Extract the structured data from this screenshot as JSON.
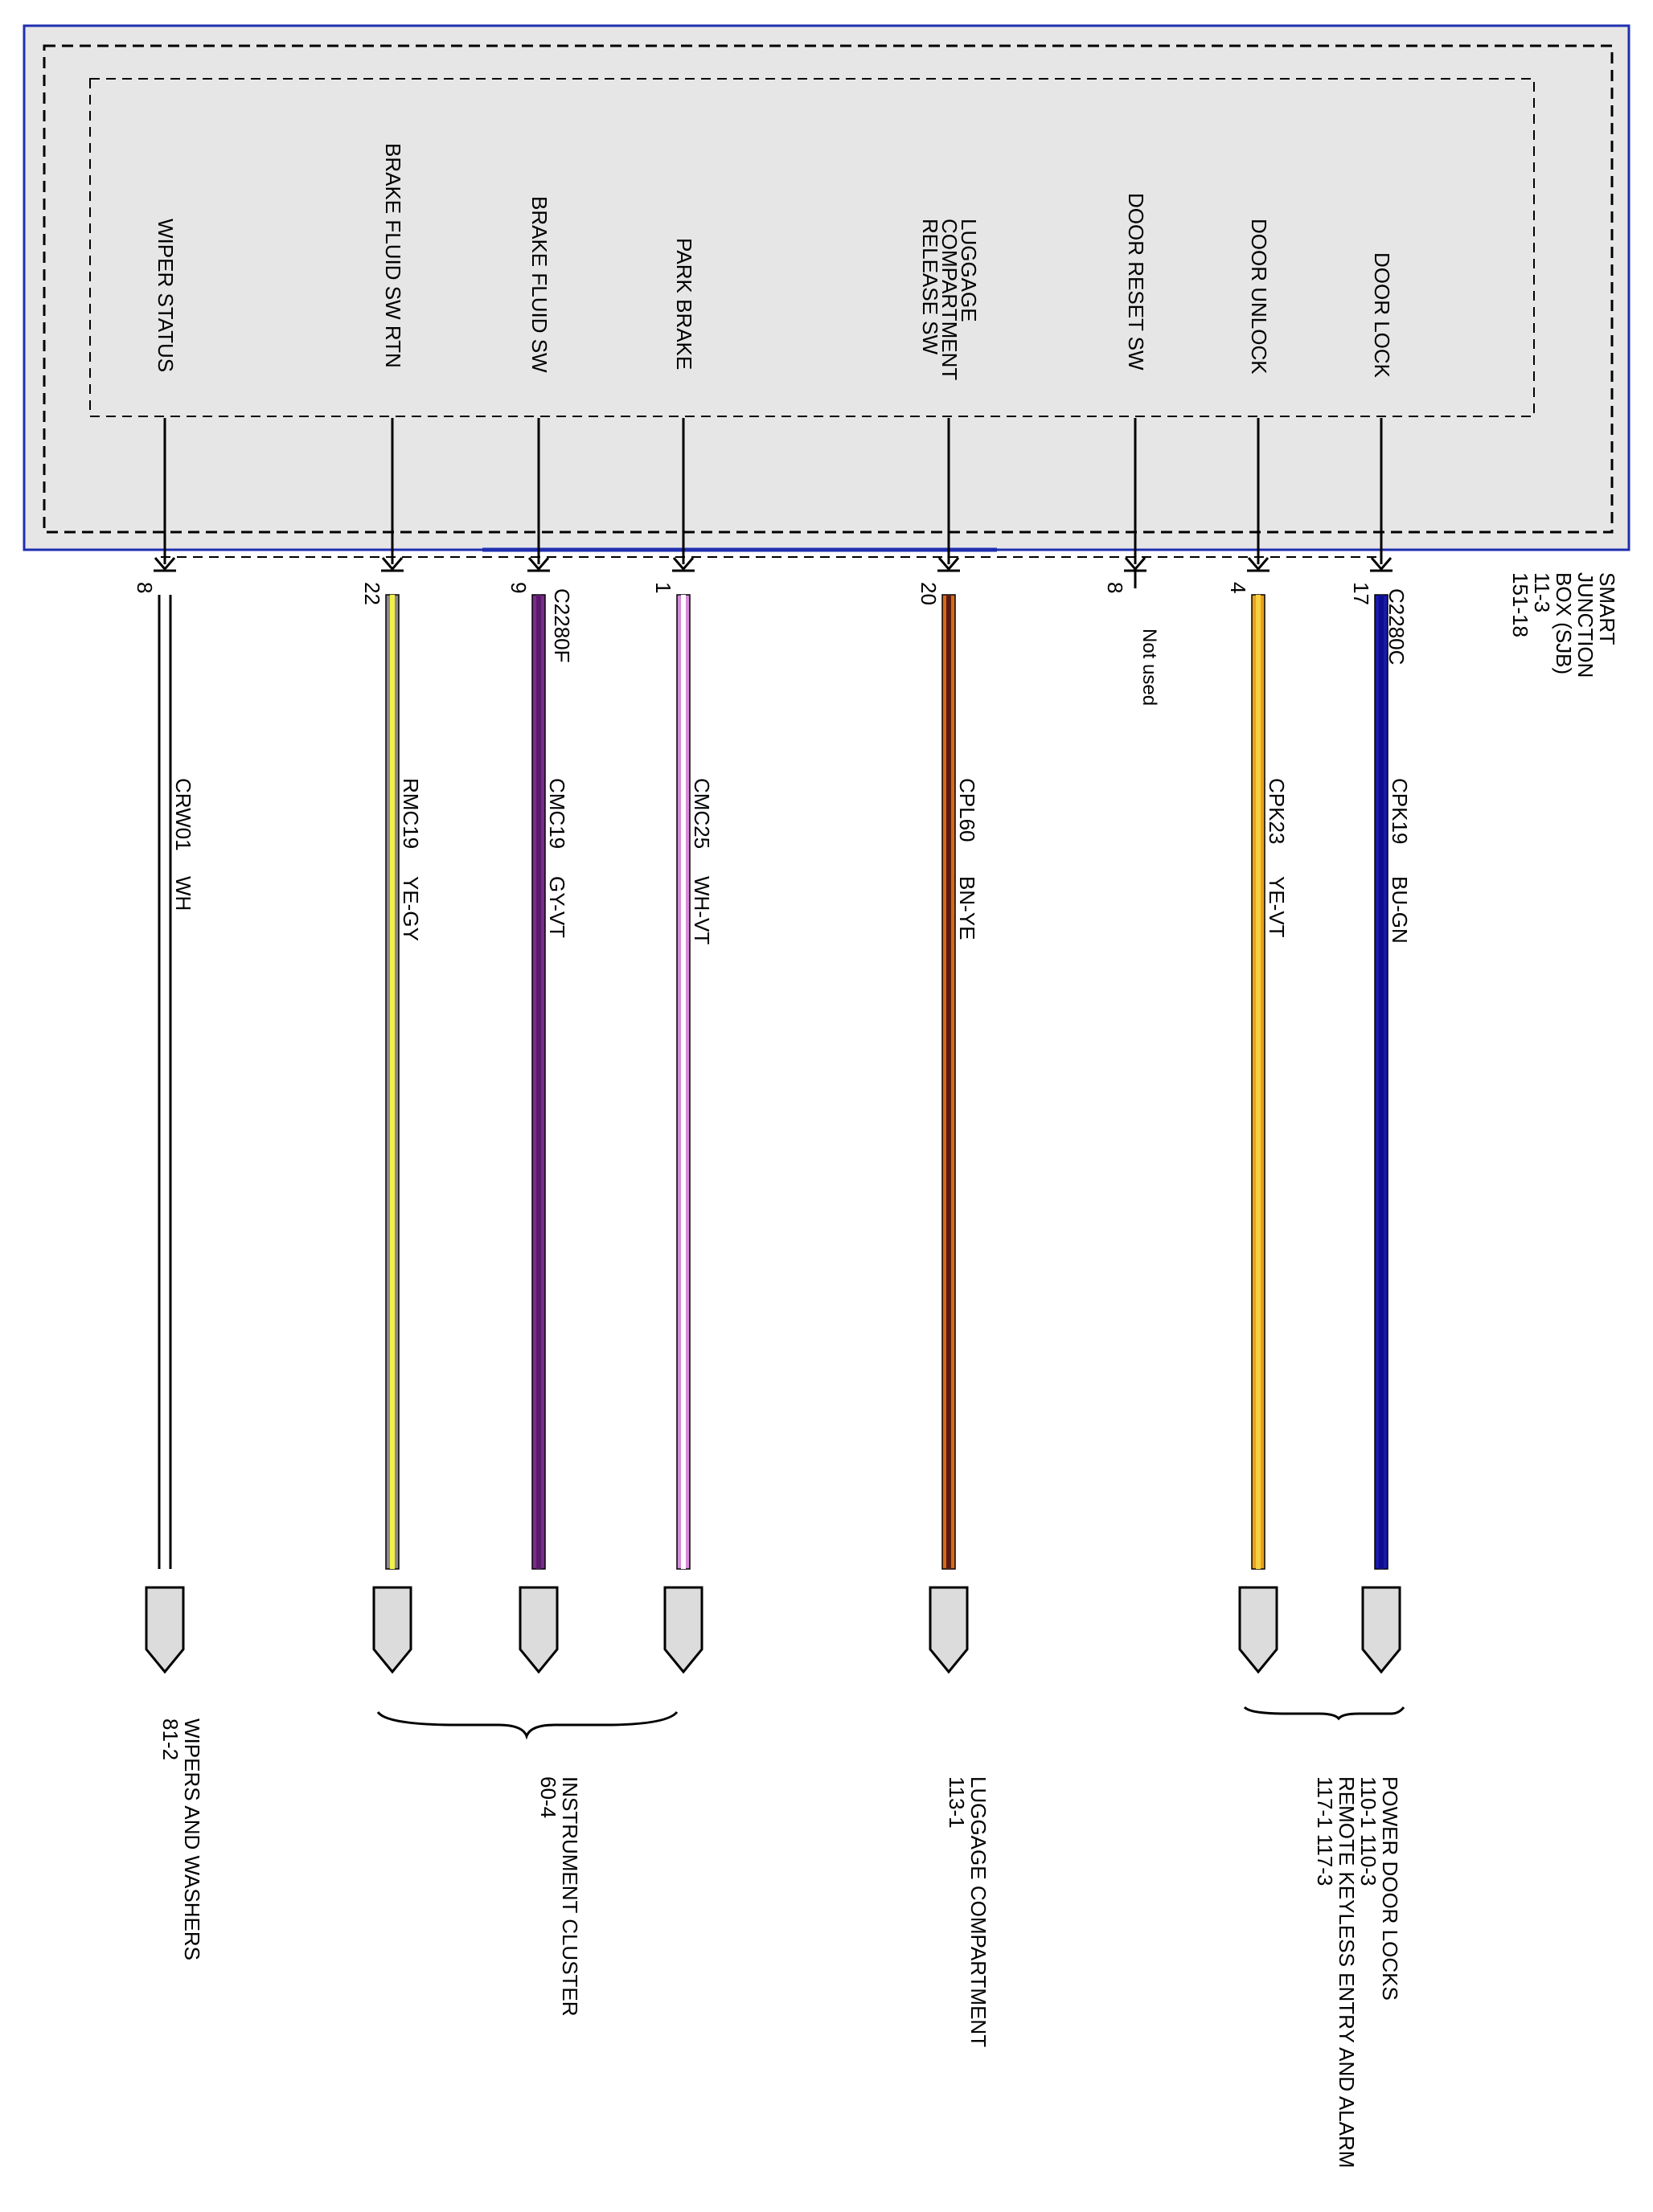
{
  "module": {
    "name_lines": [
      "SMART",
      "JUNCTION",
      "BOX (SJB)",
      "11-3",
      "151-18"
    ],
    "box_fill": "#e6e6e6",
    "box_border": "#1f2fb0"
  },
  "connectors": {
    "right": "C2280C",
    "left": "C2280F"
  },
  "circuits": [
    {
      "label": "WIPER STATUS",
      "pin": "8",
      "wire": "CRW01",
      "color_code": "WH",
      "colors": [
        "#ffffff",
        "#ffffff",
        "#ffffff"
      ],
      "note": ""
    },
    {
      "label": "BRAKE FLUID SW RTN",
      "pin": "22",
      "wire": "RMC19",
      "color_code": "YE-GY",
      "colors": [
        "#8a8a8a",
        "#f2f24a",
        "#8a8a8a"
      ],
      "note": ""
    },
    {
      "label": "BRAKE FLUID SW",
      "pin": "9",
      "wire": "CMC19",
      "color_code": "GY-VT",
      "colors": [
        "#7a2a8a",
        "#5a1a6a",
        "#7a2a8a"
      ],
      "note": ""
    },
    {
      "label": "PARK BRAKE",
      "pin": "1",
      "wire": "CMC25",
      "color_code": "WH-VT",
      "colors": [
        "#d88ad8",
        "#ffffff",
        "#d88ad8"
      ],
      "note": ""
    },
    {
      "label": "LUGGAGE COMPARTMENT RELEASE SW",
      "label_lines": [
        "LUGGAGE",
        "COMPARTMENT",
        "RELEASE SW"
      ],
      "pin": "20",
      "wire": "CPL60",
      "color_code": "BN-YE",
      "colors": [
        "#d66a1a",
        "#5a1a10",
        "#d66a1a"
      ],
      "note": ""
    },
    {
      "label": "DOOR RESET SW",
      "pin": "8",
      "wire": "",
      "color_code": "",
      "colors": [],
      "note": "Not used"
    },
    {
      "label": "DOOR UNLOCK",
      "pin": "4",
      "wire": "CPK23",
      "color_code": "YE-VT",
      "colors": [
        "#e8a21a",
        "#f7d040",
        "#e8a21a"
      ],
      "note": ""
    },
    {
      "label": "DOOR LOCK",
      "pin": "17",
      "wire": "CPK19",
      "color_code": "BU-GN",
      "colors": [
        "#1a1aa8",
        "#0d0d90",
        "#1a1aa8"
      ],
      "note": ""
    }
  ],
  "destinations": [
    {
      "lines": [
        "WIPERS AND WASHERS",
        "81-2"
      ]
    },
    {
      "lines": [
        "INSTRUMENT CLUSTER",
        "60-4"
      ]
    },
    {
      "lines": [
        "LUGGAGE COMPARTMENT",
        "113-1"
      ]
    },
    {
      "lines": [
        "POWER DOOR LOCKS",
        "110-1    110-3",
        "REMOTE KEYLESS ENTRY AND ALARM",
        "117-1    117-3"
      ]
    }
  ]
}
